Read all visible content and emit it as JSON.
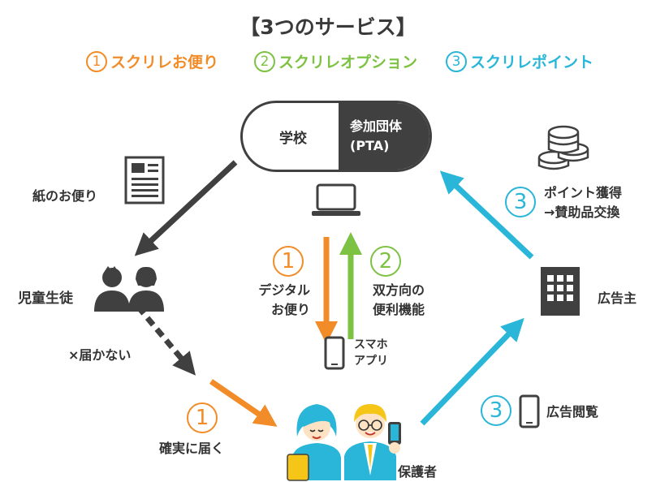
{
  "title": "【3つのサービス】",
  "services": [
    {
      "num": "1",
      "label": "スクリレお便り",
      "color": "#f28c28"
    },
    {
      "num": "2",
      "label": "スクリレオプション",
      "color": "#7dc242"
    },
    {
      "num": "3",
      "label": "スクリレポイント",
      "color": "#29b6d8"
    }
  ],
  "colors": {
    "dark": "#404040",
    "orange": "#f28c28",
    "green": "#7dc242",
    "blue": "#29b6d8",
    "yellow": "#f5c518"
  },
  "nodes": {
    "school": "学校",
    "pta_line1": "参加団体",
    "pta_line2": "(PTA)",
    "paper": "紙のお便り",
    "children": "児童生徒",
    "not_delivered": "×届かない",
    "delivered": "確実に届く",
    "digital_line1": "デジタル",
    "digital_line2": "お便り",
    "bidir_line1": "双方向の",
    "bidir_line2": "便利機能",
    "app_line1": "スマホ",
    "app_line2": "アプリ",
    "guardian": "保護者",
    "ad_view": "広告閲覧",
    "advertiser": "広告主",
    "points_line1": "ポイント獲得",
    "points_line2": "→賛助品交換"
  },
  "numbers": {
    "n1": "1",
    "n2": "2",
    "n3": "3"
  },
  "icons": [
    "document-icon",
    "children-icon",
    "laptop-icon",
    "smartphone-icon",
    "building-icon",
    "coins-icon",
    "guardians-icon"
  ]
}
